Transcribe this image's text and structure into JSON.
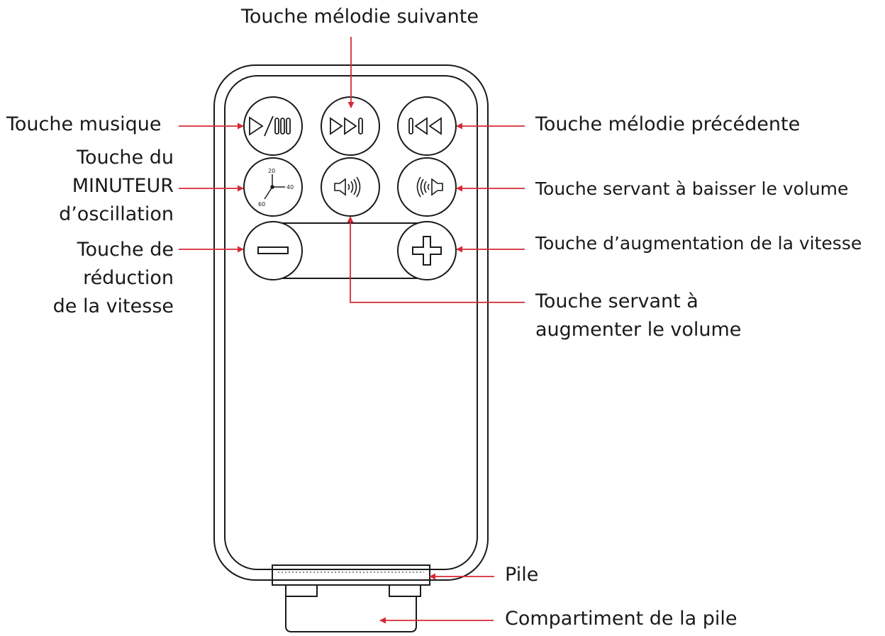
{
  "colors": {
    "arrow": "#d42a35",
    "outline": "#1a1a1a",
    "background": "#ffffff"
  },
  "labels": {
    "next_melody": "Touche mélodie suivante",
    "music": "Touche musique",
    "previous_melody": "Touche mélodie précédente",
    "timer": [
      "Touche du",
      "MINUTEUR",
      "d’oscillation"
    ],
    "volume_down": "Touche servant à baisser le volume",
    "speed_down": [
      "Touche de",
      "réduction",
      "de la vitesse"
    ],
    "speed_up": "Touche d’augmentation de la vitesse",
    "volume_up": [
      "Touche servant à",
      "augmenter le volume"
    ],
    "battery": "Pile",
    "battery_compartment": "Compartiment de la pile"
  },
  "timer_dial": {
    "mark_top": "20",
    "mark_right": "40",
    "mark_bottom": "60"
  },
  "icons": {
    "play_pause": "play-pause-icon",
    "next": "next-track-icon",
    "previous": "previous-track-icon",
    "timer": "clock-icon",
    "volume_up": "volume-up-icon",
    "volume_down": "volume-down-icon",
    "minus": "minus-icon",
    "plus": "plus-icon"
  }
}
